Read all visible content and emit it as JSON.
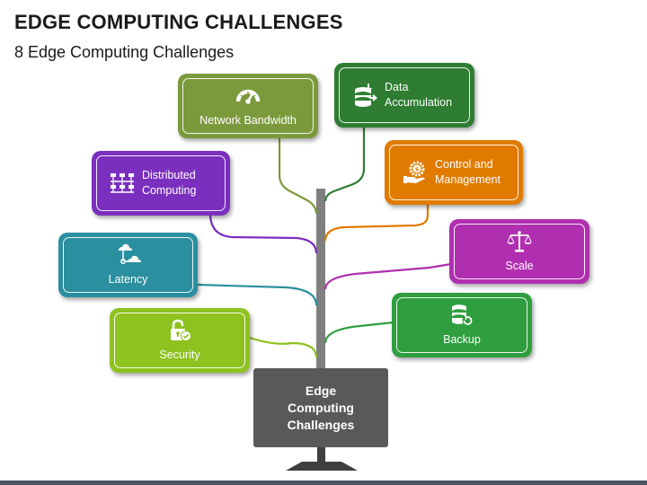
{
  "page": {
    "title": "EDGE COMPUTING CHALLENGES",
    "subtitle": "8 Edge Computing Challenges"
  },
  "center": {
    "label_line1": "Edge",
    "label_line2": "Computing",
    "label_line3": "Challenges"
  },
  "cards": {
    "network_bandwidth": {
      "label": "Network Bandwidth",
      "icon": "gauge-icon",
      "color": "#7b9a3c"
    },
    "data_accumulation": {
      "line1": "Data",
      "line2": "Accumulation",
      "icon": "database-upload-icon",
      "color": "#2e7d32"
    },
    "distributed_computing": {
      "line1": "Distributed",
      "line2": "Computing",
      "icon": "network-servers-icon",
      "color": "#7b2fbe"
    },
    "control_management": {
      "line1": "Control and",
      "line2": "Management",
      "icon": "gear-hand-icon",
      "color": "#e07b00"
    },
    "latency": {
      "label": "Latency",
      "icon": "cloud-network-icon",
      "color": "#2a8f9e"
    },
    "scale": {
      "label": "Scale",
      "icon": "balance-scale-icon",
      "color": "#b02fb0"
    },
    "security": {
      "label": "Security",
      "icon": "padlock-check-icon",
      "color": "#8dc21f"
    },
    "backup": {
      "label": "Backup",
      "icon": "database-refresh-icon",
      "color": "#2e9e3e"
    }
  },
  "colors": {
    "trunk": "#7f7f7f",
    "center_box": "#595959",
    "stand": "#3f3f3f"
  }
}
